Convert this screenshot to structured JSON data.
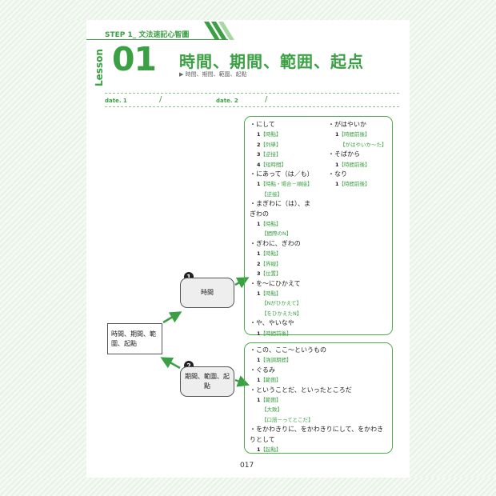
{
  "header": {
    "step_label": "STEP 1_ 文法速記心智圖",
    "lesson_word": "Lesson",
    "lesson_number": "01",
    "title": "時間、期間、範囲、起点",
    "subtitle": "▶ 時間、期間、範圍、起點"
  },
  "dates": {
    "date1_label": "date. 1",
    "date2_label": "date. 2",
    "slash": "/"
  },
  "map": {
    "root": "時間、期間、範圍、起點",
    "node1": {
      "badge": "1",
      "label": "時間"
    },
    "node2": {
      "badge": "2",
      "label": "期間、範圍、起點"
    }
  },
  "box1": {
    "left_col": [
      {
        "item": "にして"
      },
      {
        "sub": [
          [
            "1",
            "【時點】"
          ],
          [
            "2",
            "【列舉】"
          ],
          [
            "3",
            "【逆接】"
          ],
          [
            "4",
            "【短時間】"
          ]
        ]
      },
      {
        "item": "にあって（は／も）"
      },
      {
        "sub": [
          [
            "1",
            "【時點・場合－順接】"
          ]
        ],
        "extra": [
          "【逆接】"
        ]
      },
      {
        "item": "まぎわに（は）、まぎわの"
      },
      {
        "sub": [
          [
            "1",
            "【時點】"
          ]
        ],
        "extra": [
          "【間際のN】"
        ]
      },
      {
        "item": "ぎわに、ぎわの"
      },
      {
        "sub": [
          [
            "1",
            "【時點】"
          ],
          [
            "2",
            "【界線】"
          ],
          [
            "3",
            "【位置】"
          ]
        ]
      },
      {
        "item": "を～にひかえて"
      },
      {
        "sub": [
          [
            "1",
            "【時點】"
          ]
        ],
        "extra": [
          "【Nがひかえて】",
          "【をひかえたN】"
        ]
      },
      {
        "item": "や、やいなや"
      },
      {
        "sub": [
          [
            "1",
            "【時間前後】"
          ]
        ]
      }
    ],
    "right_col": [
      {
        "item": "がはやいか"
      },
      {
        "sub": [
          [
            "1",
            "【時間前後】"
          ]
        ],
        "extra": [
          "【がはやいか～た】"
        ]
      },
      {
        "item": "そばから"
      },
      {
        "sub": [
          [
            "1",
            "【時間前後】"
          ]
        ]
      },
      {
        "item": "なり"
      },
      {
        "sub": [
          [
            "1",
            "【時間前後】"
          ]
        ]
      }
    ]
  },
  "box2": {
    "col": [
      {
        "item": "この、ここ～というもの"
      },
      {
        "sub": [
          [
            "1",
            "【強調期間】"
          ]
        ]
      },
      {
        "item": "ぐるみ"
      },
      {
        "sub": [
          [
            "1",
            "【範圍】"
          ]
        ]
      },
      {
        "item": "ということだ、といったところだ"
      },
      {
        "sub": [
          [
            "1",
            "【範圍】"
          ]
        ],
        "extra": [
          "【大致】",
          "【口語－ってとこだ】"
        ]
      },
      {
        "item": "をかわきりに、をかわきりにして、をかわきりとして"
      },
      {
        "sub": [
          [
            "1",
            "【起點】"
          ]
        ]
      }
    ]
  },
  "footer": {
    "page_number": "017"
  },
  "colors": {
    "accent": "#3aa043",
    "box_border": "#4fae4c",
    "node_fill": "#eeeeee"
  }
}
